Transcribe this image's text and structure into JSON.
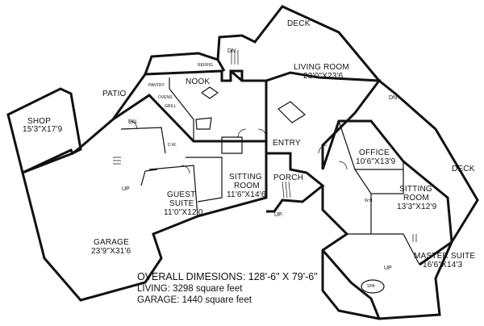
{
  "rooms": {
    "deck_top": "DECK",
    "deck_right": "DECK",
    "living_name": "LIVING ROOM",
    "living_size": "23'0\"X23'6",
    "nook": "NOOK",
    "patio": "PATIO",
    "shop_name": "SHOP",
    "shop_size": "15'3\"X17'9",
    "entry": "ENTRY",
    "porch": "PORCH",
    "sitting1_name": "SITTING",
    "sitting1_name2": "ROOM",
    "sitting1_size": "11'6\"X14'6",
    "office_name": "OFFICE",
    "office_size": "10'6\"X13'9",
    "sitting2_name": "SITTING",
    "sitting2_name2": "ROOM",
    "sitting2_size": "13'3\"X12'9",
    "guest_name": "GUEST",
    "guest_name2": "SUITE",
    "guest_size": "11'0\"X12'0",
    "garage_name": "GARAGE",
    "garage_size": "23'9\"X31'6",
    "master_name": "MASTER SUITE",
    "master_size": "16'6\"X14'3"
  },
  "small_labels": {
    "dn1": "DN.",
    "dn2": "DN.",
    "dn3": "DN.",
    "up1": "UP",
    "up2": "UP.",
    "up3": "UP",
    "pantry": "PANTRY",
    "ovens": "OVENS",
    "grill": "GRILL",
    "refrig": "REFRIG",
    "dw": "D.W.",
    "wh": "W.H.",
    "spa": "SPA"
  },
  "summary": {
    "dimensions": "OVERALL DIMESIONS: 128'-6\" X 79'-6\"",
    "living": "LIVING: 3298 square feet",
    "garage": "GARAGE: 1440 square feet"
  }
}
